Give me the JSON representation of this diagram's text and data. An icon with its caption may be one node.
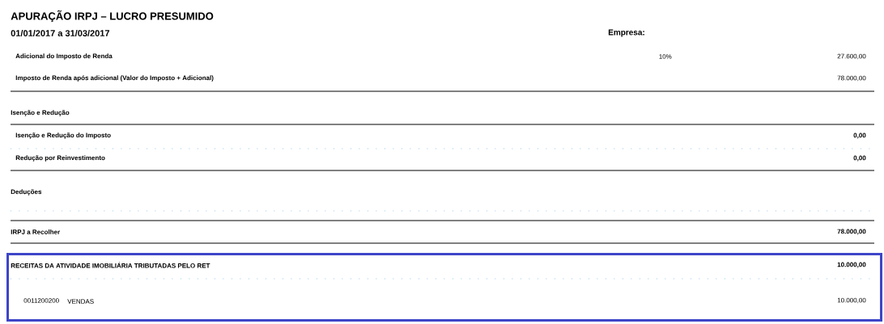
{
  "diagram": {
    "title": "APURAÇÃO IRPJ – LUCRO PRESUMIDO",
    "nodes": [
      {
        "text": [
          "RECEITAS DA ATIVIDADE IMOBILIÁRIA TRIBUTADAS PELO RET",
          "10.000,00",
          "0011200200",
          "VENDAS",
          "10.000,00"
        ]
      }
    ],
    "labels": [
      "01/01/2017 a 31/03/2017",
      "Empresa:",
      "Adicional do Imposto de Renda",
      "10%",
      "27.600,00",
      "Imposto de Renda após adicional (Valor do Imposto + Adicional)",
      "78.000,00",
      "Isenção e Redução",
      "Isenção e Redução do Imposto",
      "0,00",
      "Redução por Reinvestimento",
      "0,00",
      "Deduções",
      "IRPJ a Recolher",
      "78.000,00"
    ]
  }
}
